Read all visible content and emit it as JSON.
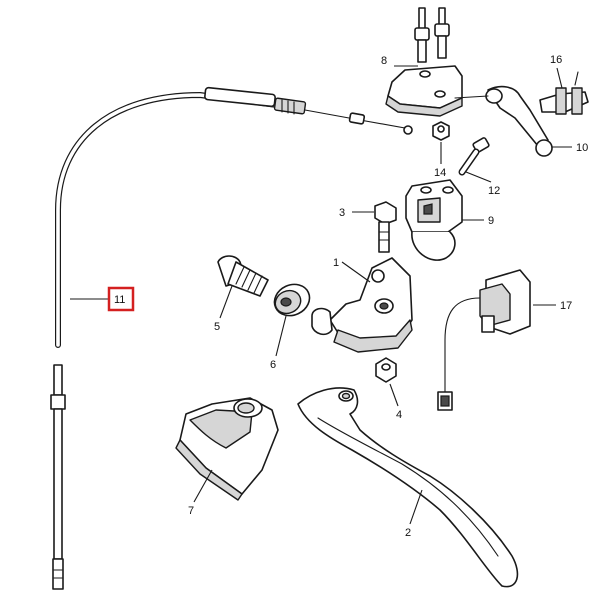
{
  "callouts": [
    {
      "id": "1",
      "text": "1"
    },
    {
      "id": "2",
      "text": "2"
    },
    {
      "id": "3",
      "text": "3"
    },
    {
      "id": "4",
      "text": "4"
    },
    {
      "id": "5",
      "text": "5"
    },
    {
      "id": "6",
      "text": "6"
    },
    {
      "id": "7",
      "text": "7"
    },
    {
      "id": "8",
      "text": "8"
    },
    {
      "id": "9",
      "text": "9"
    },
    {
      "id": "10",
      "text": "10"
    },
    {
      "id": "11",
      "text": "11"
    },
    {
      "id": "12",
      "text": "12"
    },
    {
      "id": "14",
      "text": "14"
    },
    {
      "id": "16",
      "text": "16"
    },
    {
      "id": "17",
      "text": "17"
    }
  ],
  "highlight": {
    "callout": "11",
    "color": "#d42020"
  }
}
